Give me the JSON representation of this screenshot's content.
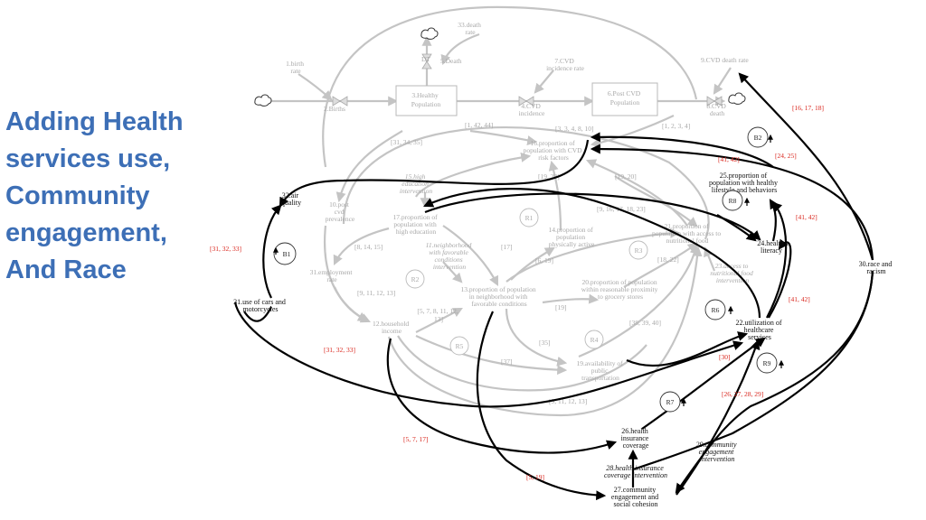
{
  "title_lines": [
    "Adding Health",
    "services use,",
    "Community",
    "engagement,",
    "And Race"
  ],
  "colors": {
    "title": "#3d6fb6",
    "red_label": "#d9251c",
    "gray": "#c4c4c4",
    "black": "#000000"
  },
  "stocks": {
    "healthy_population": [
      "3.Healthy",
      "Population"
    ],
    "post_cvd_population": [
      "6.Post CVD",
      "Population"
    ]
  },
  "gray_nodes": {
    "birth_rate": [
      "1.birth",
      "rate"
    ],
    "births": "2.Births",
    "death": "5.Death",
    "death_rate": [
      "33.death",
      "rate"
    ],
    "dt": "DT",
    "cvd_incidence_rate": [
      "7.CVD",
      "incidence rate"
    ],
    "cvd_incidence": [
      "4.CVD",
      "incidence"
    ],
    "cvd_death_rate": "9.CVD death rate",
    "cvd_death": [
      "8.CVD",
      "death"
    ],
    "proportion_cvd_risk": [
      "16.proportion of",
      "population with CVD",
      "risk factors"
    ],
    "high_education_intervention": [
      "15.high",
      "education",
      "intervention"
    ],
    "post_cvd_prevalence": [
      "10.post",
      "cvd",
      "prevalence"
    ],
    "high_education": [
      "17.proportion of",
      "population with",
      "high education"
    ],
    "physically_active": [
      "14.proportion of",
      "population",
      "physically active"
    ],
    "nutritional_food": [
      "21.proportion of",
      "population with access to",
      "nutritional food"
    ],
    "neighborhood_intervention": [
      "11.neighborhood",
      "with favorable",
      "conditions",
      "intervention"
    ],
    "employment_rate": [
      "31.employment",
      "rate"
    ],
    "neighborhood_conditions": [
      "13.proportion of population",
      "in neighborhood with",
      "favorable conditions"
    ],
    "grocery_stores": [
      "20.proportion of population",
      "within reasonable proximity",
      "to grocery stores"
    ],
    "nutritional_food_intervention": [
      "23.access to",
      "nutritional food",
      "intervention"
    ],
    "household_income": [
      "12.household",
      "income"
    ],
    "public_transportation": [
      "19.availability of",
      "public",
      "transportation"
    ]
  },
  "black_nodes": {
    "air_quality": [
      "32.air",
      "quality"
    ],
    "cars": [
      "31.use of cars and",
      "motorcycles"
    ],
    "healthy_lifestyle": [
      "25.proportion of",
      "population with healthy",
      "lifestyle and behaviors"
    ],
    "health_literacy": [
      "24.health",
      "literacy"
    ],
    "race_racism": [
      "30.race and",
      "racism"
    ],
    "healthcare_utilization": [
      "22.utilization of",
      "healthcare",
      "services"
    ],
    "insurance_coverage": [
      "26.health",
      "insurance",
      "coverage"
    ],
    "community_intervention": [
      "29.community",
      "engagement",
      "intervention"
    ],
    "insurance_intervention": [
      "28.health insurance",
      "coverage intervention"
    ],
    "community_engagement": [
      "27.community",
      "engagement and",
      "social cohesion"
    ]
  },
  "gray_refs": {
    "r1_42_44": "[1, 42, 44]",
    "r3_4_8_10": "[3, 3, 4, 8, 10]",
    "r1_2_3_4": "[1, 2, 3, 4]",
    "r31_34_35": "[31, 34, 35]",
    "r19_20_a": "[19, 20]",
    "r19_20_b": "[19, 20]",
    "r9_16_17": "[9, 16, 17, 18, 23]",
    "r8_14_15": "[8, 14, 15]",
    "r17": "[17]",
    "r6_19": "[6, 19]",
    "r18_22": "[18, 22]",
    "r9_11_12_13": "[9, 11, 12, 13]",
    "r5_7_8": [
      "[5, 7, 8, 11, 12,",
      "13]"
    ],
    "r19": "[19]",
    "r38_39_40": "[38, 39, 40]",
    "r35": "[35]",
    "r37": "[37]",
    "r9_11_12_13_b": "[9, 11, 12, 13]"
  },
  "red_refs": {
    "r16_17_18": "[16, 17, 18]",
    "r41_42_a": "[41, 42]",
    "r24_25": "[24, 25]",
    "r41_42_b": "[41, 42]",
    "r31_32_33_a": "[31, 32, 33]",
    "r41_42_c": "[41, 42]",
    "r31_32_33_b": "[31, 32, 33]",
    "r30": "[30]",
    "r26_29": "[26, 27, 28, 29]",
    "r5_7_17": "[5, 7, 17]",
    "r5_19": "[5, 19]"
  },
  "loops": {
    "b1": "B1",
    "b2": "B2",
    "r8": "R8",
    "r6": "R6",
    "r9": "R9",
    "r7": "R7",
    "r1": "R1",
    "r2": "R2",
    "r3": "R3",
    "r4": "R4",
    "r5": "R5"
  }
}
